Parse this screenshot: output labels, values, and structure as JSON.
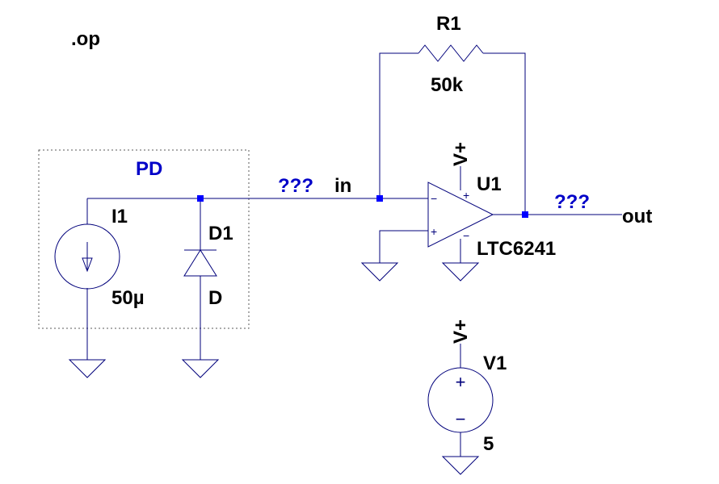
{
  "directive": ".op",
  "box_label": "PD",
  "current_source": {
    "name": "I1",
    "value": "50µ"
  },
  "diode": {
    "name": "D1",
    "model": "D"
  },
  "resistor": {
    "name": "R1",
    "value": "50k"
  },
  "opamp": {
    "name": "U1",
    "model": "LTC6241",
    "minus_sign": "−",
    "plus_sign": "+"
  },
  "supply": {
    "name": "V1",
    "value": "5",
    "plus_sign": "+",
    "minus_sign": "−"
  },
  "net_labels": {
    "in": "in",
    "out": "out",
    "vplus": "V+"
  },
  "probe_labels": {
    "input_probe": "???",
    "output_probe": "???"
  }
}
